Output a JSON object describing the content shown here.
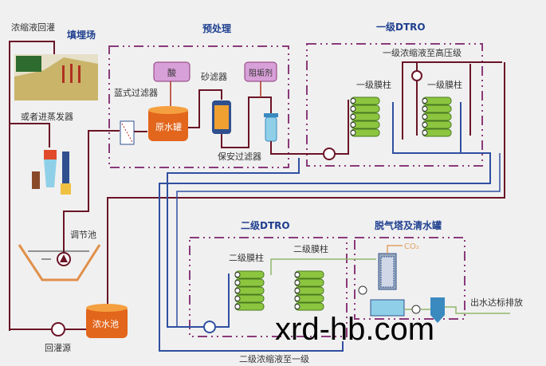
{
  "labels": {
    "reinjection": "浓缩液回灌",
    "landfill": "填埋场",
    "or_evaporator": "或者进蒸发器",
    "regulating_pond": "调节池",
    "concentrate_pool": "浓水池",
    "reinjection_source": "回灌源",
    "basket_filter": "蓝式过滤器",
    "acid": "酸",
    "raw_tank": "原水罐",
    "sand_filter": "砂滤器",
    "antiscalant": "阻垢剂",
    "security_filter": "保安过滤器",
    "stage1_membrane_a": "一级膜柱",
    "stage1_membrane_b": "一级膜柱",
    "stage1_concentrate": "一级浓缩液至高压级",
    "stage2_membrane_a": "二级膜柱",
    "stage2_membrane_b": "二级膜柱",
    "stage2_concentrate": "二级浓缩液至一级",
    "co2": "CO₂",
    "discharge": "出水达标排放"
  },
  "sections": {
    "pretreatment": "预处理",
    "dtro1": "一级DTRO",
    "dtro2": "二级DTRO",
    "degas": "脱气塔及清水罐"
  },
  "watermark": "xrd-hb.com",
  "colors": {
    "frame": "#8a3a7a",
    "title": "#1f3f8f",
    "tank": "#e2661c",
    "membrane": "#8cc63f",
    "pipe_red": "#6a1426",
    "pipe_blue": "#2f4fa0",
    "pipe_green": "#8fb86a"
  }
}
